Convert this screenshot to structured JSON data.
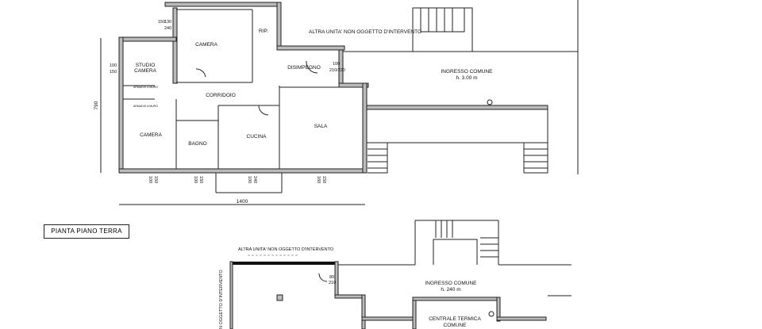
{
  "ground_floor_title": "PIANTA PIANO TERRA",
  "upper_plan": {
    "rooms": {
      "camera_top": "CAMERA",
      "rip": "RIP.",
      "studio": [
        "STUDIO",
        "CAMERA"
      ],
      "corridoio": "CORRIDOIO",
      "disimpegno": "DISIMPEGNO",
      "camera_bottom": "CAMERA",
      "bagno": "BAGNO",
      "cucina": "CUCINA",
      "sala": "SALA",
      "ingresso": "INGRESSO COMUNE",
      "ingresso_height": "h. 3.00 m"
    },
    "other_unit": "ALTRA UNITA' NON OGGETTO D'INTERVENTO",
    "dimensions": {
      "overall_width": "1400",
      "overall_depth": "790",
      "window_top": [
        "150",
        "130",
        "240"
      ],
      "window_studio": [
        "100",
        "150"
      ],
      "door_entry": [
        "100",
        "210/220"
      ],
      "window_camera": [
        "100",
        "150"
      ],
      "window_bagno": [
        "100",
        "150"
      ],
      "window_cucina": [
        "100",
        "240"
      ],
      "window_sala": [
        "160",
        "150"
      ]
    },
    "wardrobe_labels": [
      "ARMADIO A MURO",
      "ARMADIO A MURO"
    ]
  },
  "lower_plan": {
    "other_unit_top": "ALTRA UNITA' NON OGGETTO D'INTERVENTO",
    "other_unit_side": "N OGGETTO D'INTERVENTO",
    "door": [
      "80",
      "210"
    ],
    "ingresso": "INGRESSO COMUNE",
    "ingresso_height": "h. 240 m",
    "centrale": [
      "CENTRALE TERMICA",
      "COMUNE"
    ]
  }
}
